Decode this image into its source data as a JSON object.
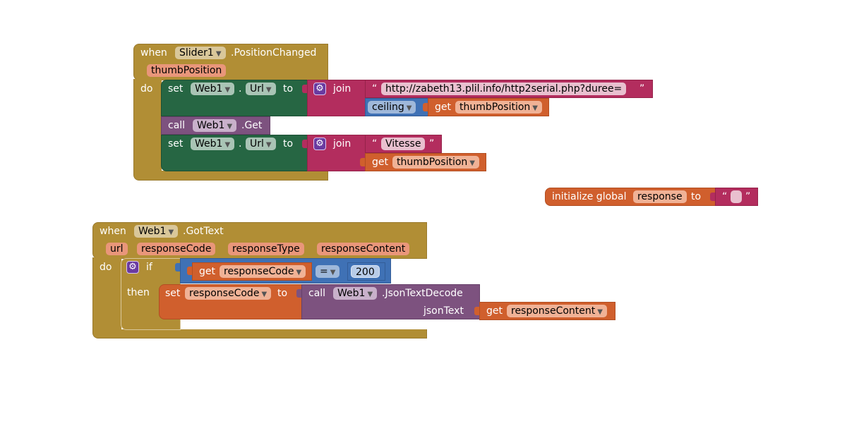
{
  "event1": {
    "when": "when",
    "component": "Slider1",
    "event": ".PositionChanged",
    "param": "thumbPosition",
    "do": "do",
    "set1": {
      "set": "set",
      "component": "Web1",
      "dot": ".",
      "property": "Url",
      "to": "to"
    },
    "join1": {
      "label": "join",
      "quote_open": "“",
      "text": "http://zabeth13.plil.info/http2serial.php?duree=",
      "quote_close": "”"
    },
    "ceiling": {
      "label": "ceiling",
      "get": "get",
      "var": "thumbPosition"
    },
    "call": {
      "label": "call",
      "component": "Web1",
      "method": ".Get"
    },
    "set2": {
      "set": "set",
      "component": "Web1",
      "dot": ".",
      "property": "Url",
      "to": "to"
    },
    "join2": {
      "label": "join",
      "quote_open": "“",
      "text": "Vitesse",
      "quote_close": "”",
      "get": "get",
      "var": "thumbPosition"
    }
  },
  "global": {
    "label": "initialize global",
    "name": "response",
    "to": "to",
    "quote_open": "“",
    "quote_close": "”"
  },
  "event2": {
    "when": "when",
    "component": "Web1",
    "event": ".GotText",
    "params": [
      "url",
      "responseCode",
      "responseType",
      "responseContent"
    ],
    "do": "do",
    "if": "if",
    "then": "then",
    "cond": {
      "get": "get",
      "var": "responseCode",
      "op": "=",
      "value": "200"
    },
    "set": {
      "set": "set",
      "var": "responseCode",
      "to": "to"
    },
    "decode": {
      "call": "call",
      "component": "Web1",
      "method": ".JsonTextDecode",
      "arg": "jsonText",
      "get": "get",
      "var": "responseContent"
    }
  },
  "colors": {
    "event": "#b18e35",
    "component_set": "#266643",
    "text_join": "#b32d5e",
    "variable": "#d05f2d",
    "method_call": "#7d527f",
    "control": "#3f71b5"
  },
  "icons": {
    "mutator": "gear-icon",
    "dropdown": "dropdown-arrow-icon"
  }
}
